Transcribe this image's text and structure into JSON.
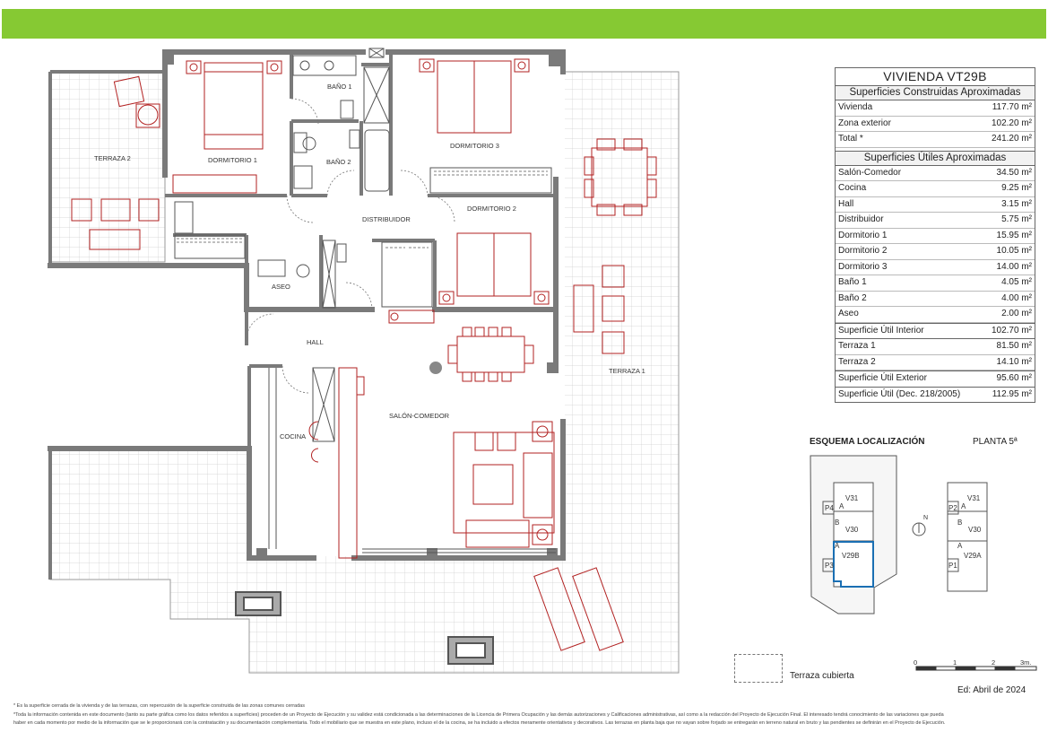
{
  "header": {
    "color": "#86c933"
  },
  "table": {
    "title": "VIVIENDA VT29B",
    "built_header": "Superficies Construidas Aproximadas",
    "built_rows": [
      {
        "label": "Vivienda",
        "value": "117.70 m²"
      },
      {
        "label": "Zona exterior",
        "value": "102.20 m²"
      },
      {
        "label": "Total *",
        "value": "241.20 m²"
      }
    ],
    "useful_header": "Superficies Útiles Aproximadas",
    "useful_rows": [
      {
        "label": "Salón-Comedor",
        "value": "34.50 m²"
      },
      {
        "label": "Cocina",
        "value": "9.25 m²"
      },
      {
        "label": "Hall",
        "value": "3.15 m²"
      },
      {
        "label": "Distribuidor",
        "value": "5.75 m²"
      },
      {
        "label": "Dormitorio 1",
        "value": "15.95 m²"
      },
      {
        "label": "Dormitorio 2",
        "value": "10.05 m²"
      },
      {
        "label": "Dormitorio 3",
        "value": "14.00 m²"
      },
      {
        "label": "Baño 1",
        "value": "4.05 m²"
      },
      {
        "label": "Baño 2",
        "value": "4.00 m²"
      },
      {
        "label": "Aseo",
        "value": "2.00 m²"
      }
    ],
    "interior": {
      "label": "Superficie Útil Interior",
      "value": "102.70 m²"
    },
    "terrace_rows": [
      {
        "label": "Terraza 1",
        "value": "81.50 m²"
      },
      {
        "label": "Terraza 2",
        "value": "14.10 m²"
      }
    ],
    "exterior": {
      "label": "Superficie Útil Exterior",
      "value": "95.60 m²"
    },
    "decree": {
      "label": "Superficie Útil (Dec. 218/2005)",
      "value": "112.95 m²"
    }
  },
  "rooms": {
    "bano1": "BAÑO 1",
    "dorm1": "DORMITORIO 1",
    "bano2": "BAÑO 2",
    "dorm3": "DORMITORIO 3",
    "terraza2": "TERRAZA 2",
    "distribuidor": "DISTRIBUIDOR",
    "dorm2": "DORMITORIO 2",
    "aseo": "ASEO",
    "hall": "HALL",
    "terraza1": "TERRAZA 1",
    "salon": "SALÓN-COMEDOR",
    "cocina": "COCINA"
  },
  "esquema": {
    "title": "ESQUEMA LOCALIZACIÓN",
    "floor": "PLANTA 5ª",
    "left": {
      "v31": "V31",
      "a1": "A",
      "p4": "P4",
      "b": "B",
      "v30": "V30",
      "a2": "A",
      "v29": "V29B",
      "p3": "P3"
    },
    "right": {
      "v31": "V31",
      "a1": "A",
      "p2": "P2",
      "b": "B",
      "v30": "V30",
      "a2": "A",
      "v29": "V29A",
      "p1": "P1"
    },
    "north": "N",
    "highlight": "#1a6fb3"
  },
  "legend": {
    "text": "Terraza cubierta"
  },
  "scale": {
    "l0": "0",
    "l1": "1",
    "l2": "2",
    "l3": "3m."
  },
  "edition": "Ed: Abril de 2024",
  "notes": [
    "* Es la superficie cerrada de la vivienda y de las terrazas, con repercusión de la superficie construida de las zonas comunes cerradas",
    "*Toda la información contenida en este documento (tanto su parte gráfica como los datos referidos a superficies) proceden de un Proyecto de Ejecución y su validez está condicionada a las determinaciones de la Licencia de Primera Ocupación y las demás autorizaciones y Calificaciones administrativas, así como a la redacción del Proyecto de Ejecución Final. El interesado tendrá conocimiento de las variaciones que pueda",
    "haber en cada momento por medio de la información que se le proporcionará con la contratación y su documentación complementaria. Todo el mobiliario que se muestra en este plano, incluso el de la cocina, se ha incluido a efectos meramente orientativos y decorativos. Las terrazas en planta baja que no vayan sobre forjado se entregarán en terreno natural en bruto y las pendientes se definirán en el Proyecto de Ejecución."
  ],
  "colors": {
    "wall": "#7a7a7a",
    "furniture": "#b22222",
    "grid": "#d0d0d0"
  }
}
